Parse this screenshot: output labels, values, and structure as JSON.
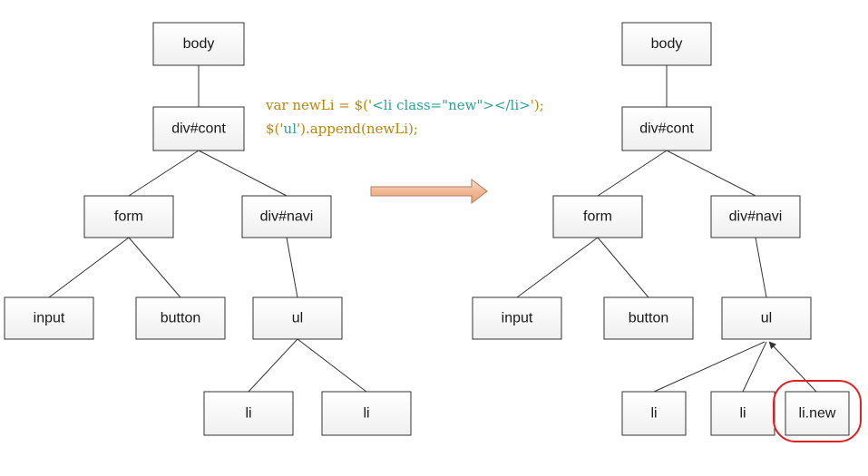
{
  "code": {
    "line1": [
      {
        "text": "var newLi = ",
        "color": "#b8860b"
      },
      {
        "text": "$('",
        "color": "#b8860b"
      },
      {
        "text": "<li class=\"new\"></li>",
        "color": "#2aa198"
      },
      {
        "text": "');",
        "color": "#b8860b"
      }
    ],
    "line2": [
      {
        "text": "$('",
        "color": "#b8860b"
      },
      {
        "text": "ul",
        "color": "#2aa198"
      },
      {
        "text": "').append(newLi);",
        "color": "#b8860b"
      }
    ]
  },
  "tree_before": {
    "body": "body",
    "cont": "div#cont",
    "form": "form",
    "navi": "div#navi",
    "input": "input",
    "button": "button",
    "ul": "ul",
    "li1": "li",
    "li2": "li"
  },
  "tree_after": {
    "body": "body",
    "cont": "div#cont",
    "form": "form",
    "navi": "div#navi",
    "input": "input",
    "button": "button",
    "ul": "ul",
    "li1": "li",
    "li2": "li",
    "li_new": "li.new"
  },
  "colors": {
    "arrow_fill": "#f4c9b0",
    "arrow_stroke": "#b07a5e",
    "highlight": "#e02020"
  }
}
